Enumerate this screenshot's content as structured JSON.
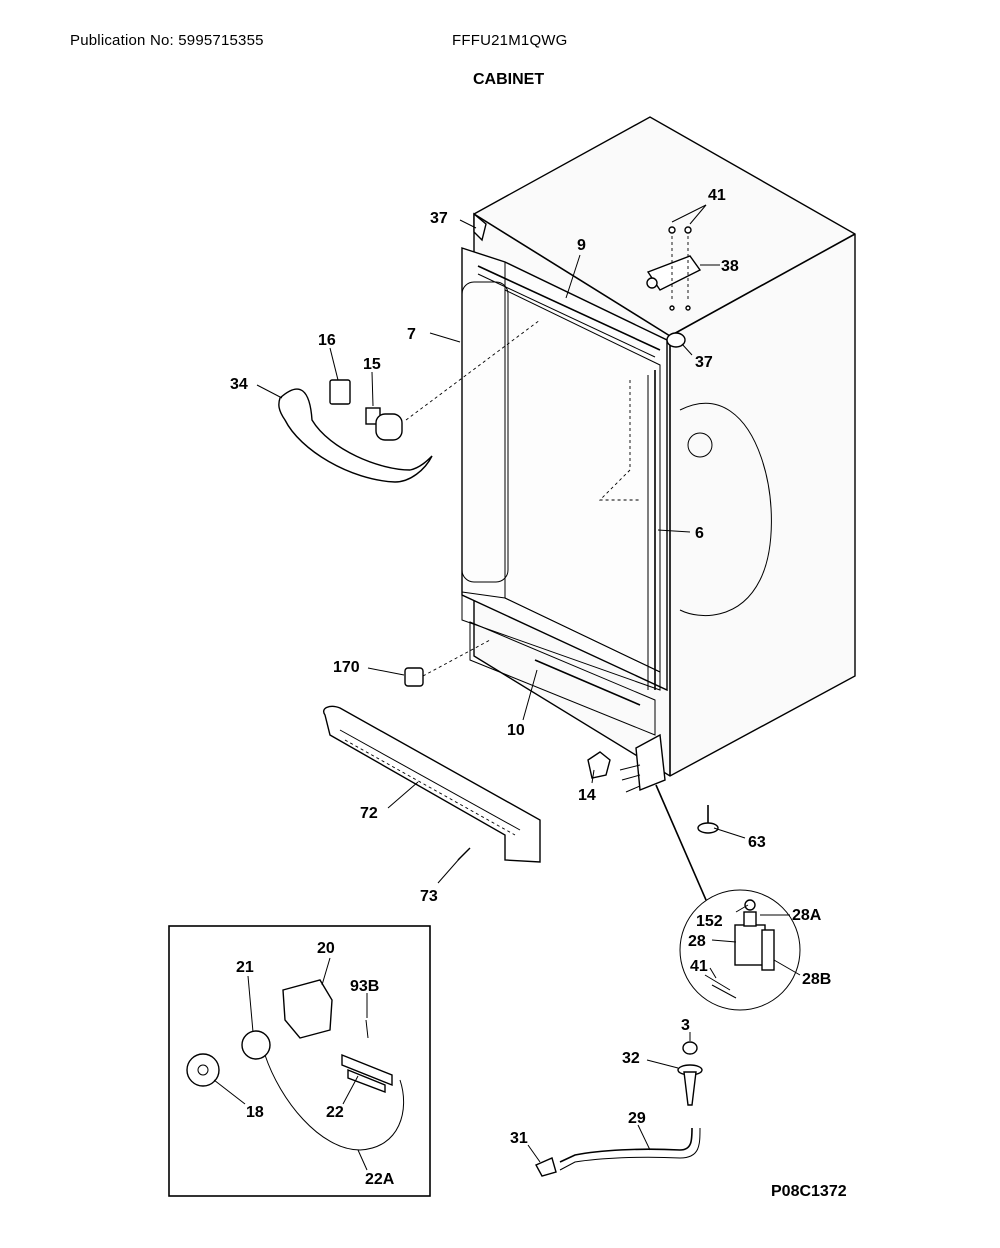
{
  "header": {
    "publication": "Publication No: 5995715355",
    "model": "FFFU21M1QWG",
    "section_title": "CABINET",
    "diagram_code": "P08C1372"
  },
  "callouts": {
    "c37a": "37",
    "c41": "41",
    "c9": "9",
    "c38": "38",
    "c37b": "37",
    "c7": "7",
    "c16": "16",
    "c15": "15",
    "c34": "34",
    "c6": "6",
    "c170": "170",
    "c10": "10",
    "c14": "14",
    "c72": "72",
    "c63": "63",
    "c73": "73",
    "c152": "152",
    "c28A": "28A",
    "c28": "28",
    "c41b": "41",
    "c28B": "28B",
    "c20": "20",
    "c21": "21",
    "c93B": "93B",
    "c18": "18",
    "c22": "22",
    "c22A": "22A",
    "c3": "3",
    "c32": "32",
    "c29": "29",
    "c31": "31"
  }
}
